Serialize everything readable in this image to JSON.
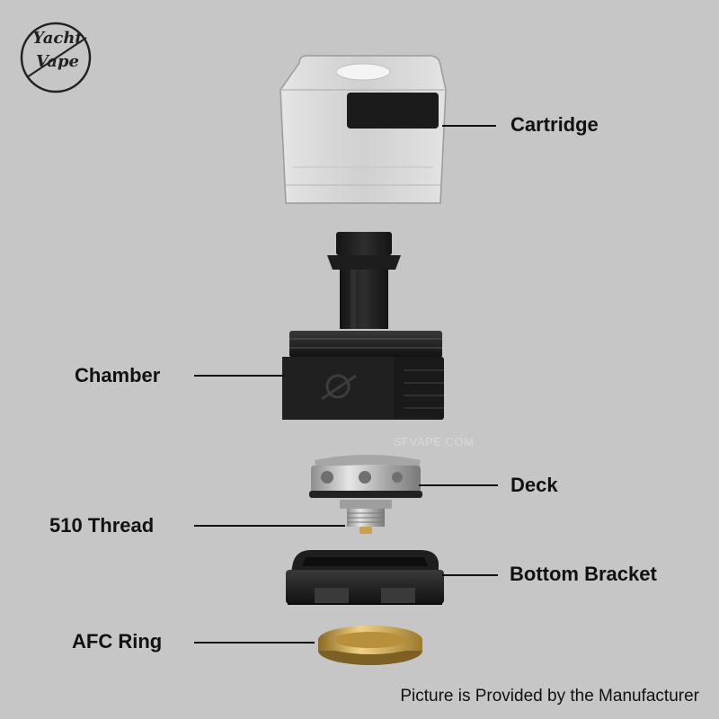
{
  "logo": {
    "line1": "Yacht",
    "line2": "Vape"
  },
  "watermark": "SFVAPE.COM",
  "parts": {
    "cartridge": "Cartridge",
    "chamber": "Chamber",
    "deck": "Deck",
    "thread": "510 Thread",
    "bracket": "Bottom Bracket",
    "afc_ring": "AFC Ring"
  },
  "footer": "Picture is Provided by the Manufacturer",
  "colors": {
    "background": "#c6c6c6",
    "black_parts": "#1e1e1e",
    "steel": "#b9b9b9",
    "gold": "#c9a24a"
  }
}
